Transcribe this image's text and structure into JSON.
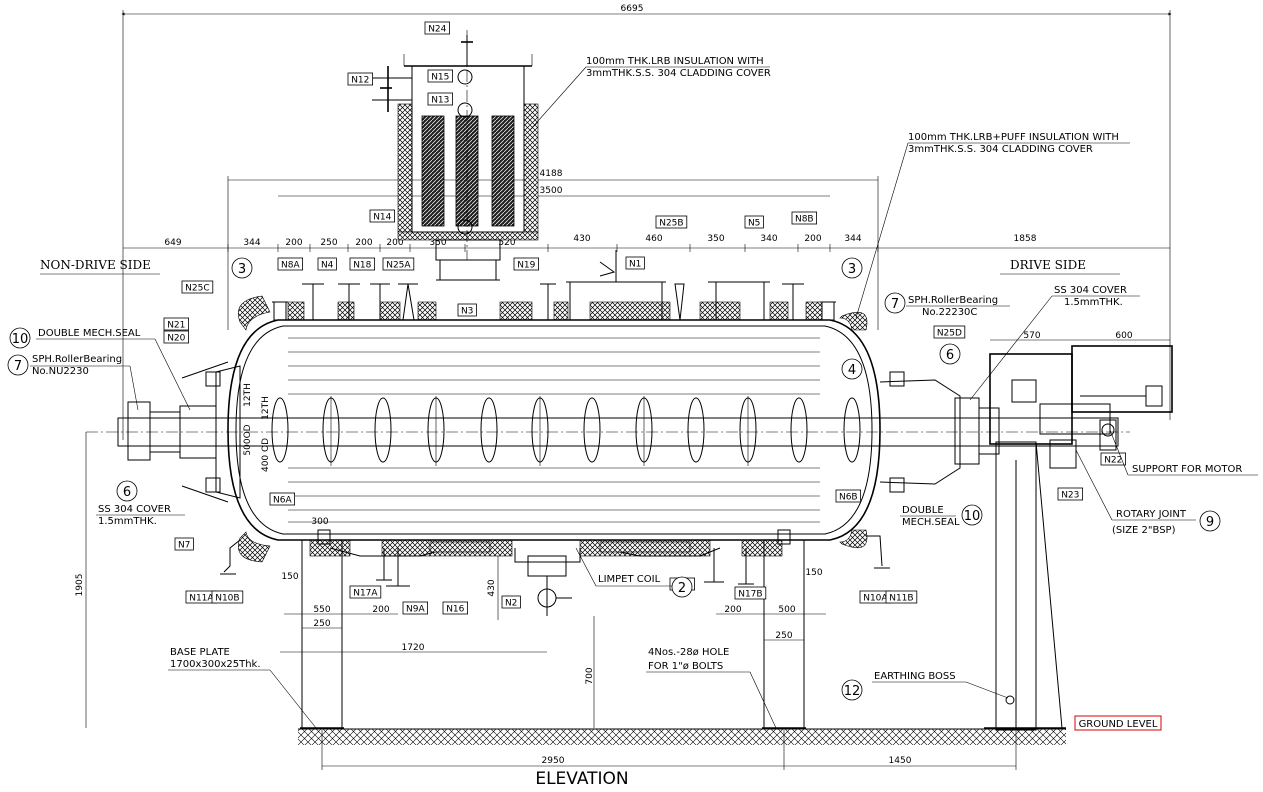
{
  "title": "ELEVATION",
  "sides": {
    "non_drive": "NON-DRIVE SIDE",
    "drive": "DRIVE SIDE"
  },
  "ground_level": "GROUND LEVEL",
  "dimensions": {
    "overall": "6695",
    "d4188": "4188",
    "d3500": "3500",
    "d649": "649",
    "d344a": "344",
    "d200a": "200",
    "d250a": "250",
    "d200b": "200",
    "d200c": "200",
    "d350a": "350",
    "d520": "520",
    "d430a": "430",
    "d460": "460",
    "d350b": "350",
    "d340": "340",
    "d200d": "200",
    "d344b": "344",
    "d1858": "1858",
    "d570": "570",
    "d600": "600",
    "d1905": "1905",
    "d430b": "430",
    "d700": "700",
    "d150a": "150",
    "d150b": "150",
    "d300": "300",
    "d550": "550",
    "d250b": "250",
    "d200e": "200",
    "d200f": "200",
    "d500": "500",
    "d250c": "250",
    "d1720": "1720",
    "d2950": "2950",
    "d1450": "1450",
    "d500od": "500OD",
    "d400od": "400 OD",
    "d12th_a": "12TH",
    "d12th_b": "12TH"
  },
  "nozzles": [
    "N24",
    "N15",
    "N13",
    "N12",
    "N14",
    "N25B",
    "N5",
    "N8B",
    "N8A",
    "N4",
    "N18",
    "N25A",
    "N19",
    "N1",
    "N3",
    "N25C",
    "N21",
    "N20",
    "N25D",
    "N6A",
    "N6B",
    "N7",
    "N11A",
    "N10B",
    "N17A",
    "N9A",
    "N16",
    "N2",
    "N9B",
    "N17B",
    "N10A",
    "N11B",
    "N22",
    "N23"
  ],
  "balloons": [
    "3",
    "3",
    "10",
    "7",
    "4",
    "7",
    "6",
    "6",
    "10",
    "9",
    "2",
    "12"
  ],
  "notes": {
    "ins_top_1": "100mm THK.LRB INSULATION WITH",
    "ins_top_2": "3mmTHK.S.S. 304 CLADDING COVER",
    "ins_right_1": "100mm THK.LRB+PUFF INSULATION WITH",
    "ins_right_2": "3mmTHK.S.S. 304 CLADDING COVER",
    "mech_seal_left": "DOUBLE MECH.SEAL",
    "bearing_left_1": "SPH.RollerBearing",
    "bearing_left_2": "No.NU2230",
    "bearing_right_1": "SPH.RollerBearing",
    "bearing_right_2": "No.22230C",
    "ss_cover_right_1": "SS 304 COVER",
    "ss_cover_right_2": "1.5mmTHK.",
    "ss_cover_left_1": "SS 304 COVER",
    "ss_cover_left_2": "1.5mmTHK.",
    "support_motor": "SUPPORT FOR MOTOR",
    "double_1": "DOUBLE",
    "mech_seal_right": "MECH.SEAL",
    "rotary_joint_1": "ROTARY JOINT",
    "rotary_joint_2": "(SIZE 2\"BSP)",
    "limpet_coil": "LIMPET COIL",
    "base_plate_1": "BASE PLATE",
    "base_plate_2": "1700x300x25Thk.",
    "holes_1": "4Nos.-28ø HOLE",
    "holes_2": "FOR 1\"ø BOLTS",
    "earthing_boss": "EARTHING BOSS"
  },
  "colors": {
    "line": "#000000",
    "ground_level_box": "#d80000",
    "background": "#ffffff"
  }
}
